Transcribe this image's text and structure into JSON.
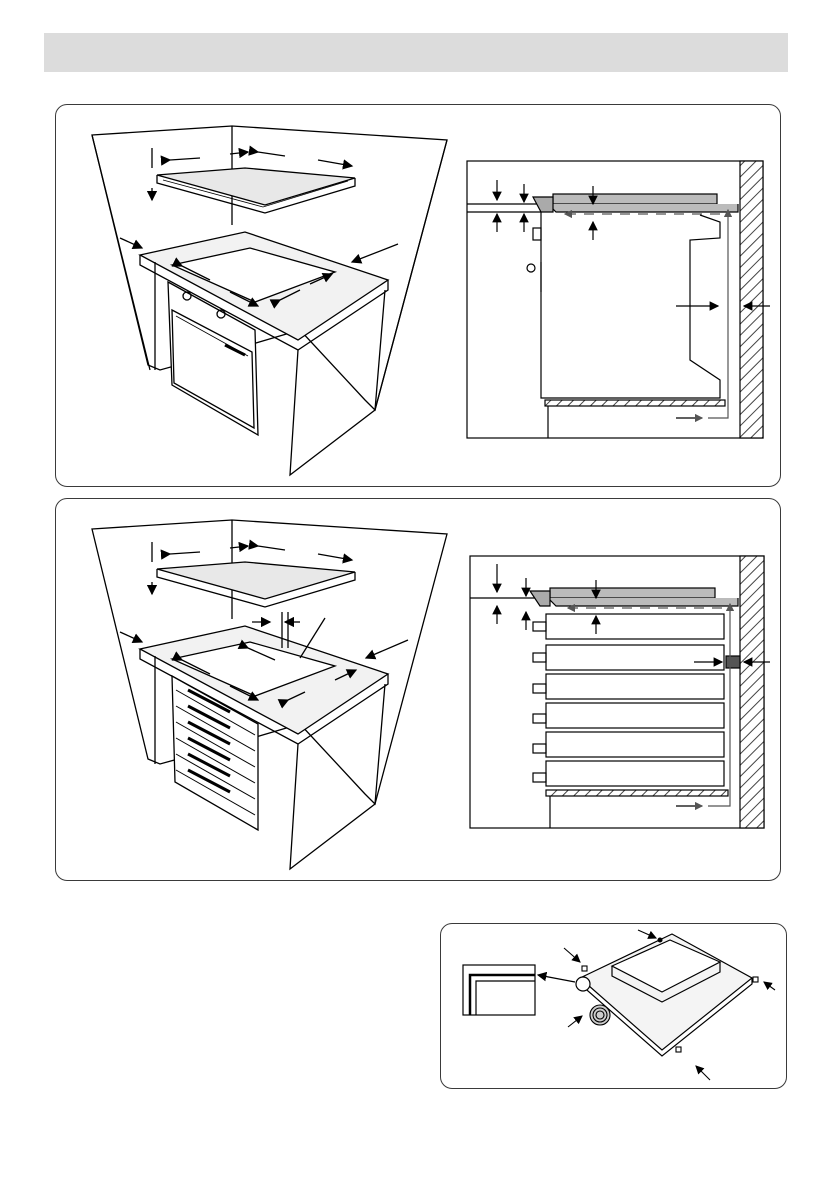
{
  "page": {
    "header_bar": "",
    "figures": [
      {
        "id": "oven-installation",
        "icons": [
          "corner-cabinet-with-oven",
          "oven-ventilation-section"
        ]
      },
      {
        "id": "drawer-installation",
        "icons": [
          "corner-cabinet-with-drawers",
          "drawer-ventilation-section"
        ]
      },
      {
        "id": "seal-and-clamps",
        "icons": [
          "hob-underside",
          "seal-tape-roll",
          "fixing-clamps"
        ]
      }
    ]
  }
}
